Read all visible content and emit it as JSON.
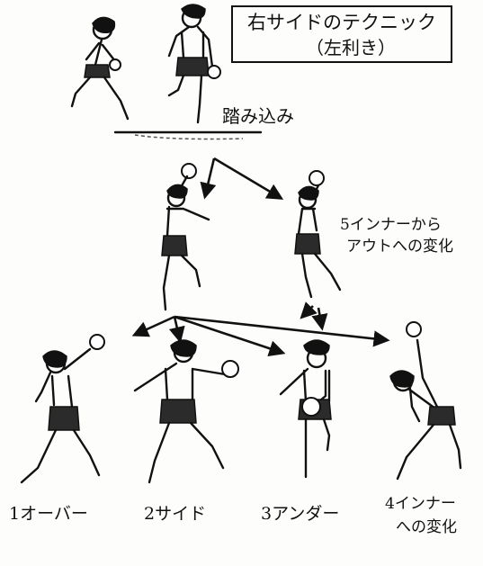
{
  "title": {
    "line1": "右サイドのテクニック",
    "line2": "（左利き）"
  },
  "labels": {
    "step_in": "踏み込み",
    "change_5_line1": "5インナーから",
    "change_5_line2": "アウトへの変化",
    "over": "1オーバー",
    "side": "2サイド",
    "under": "3アンダー",
    "change_4_line1": "4インナー",
    "change_4_line2": "への変化"
  }
}
